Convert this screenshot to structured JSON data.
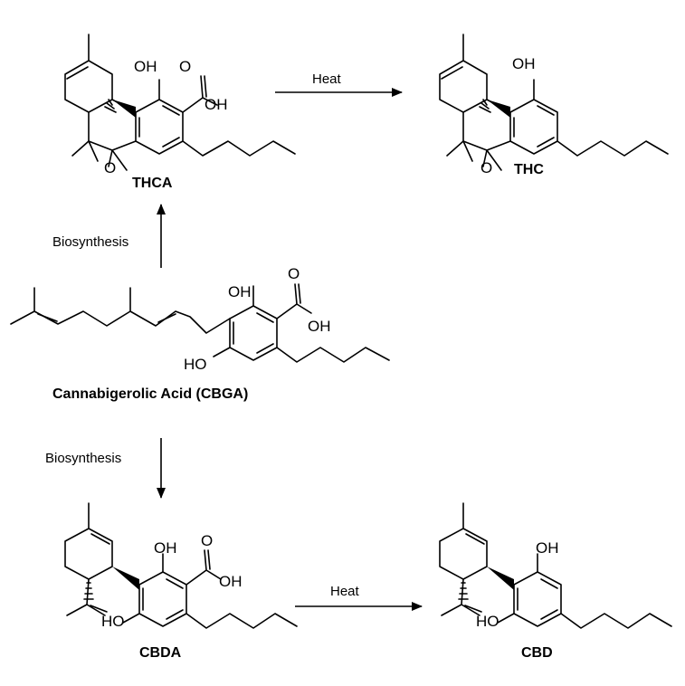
{
  "compounds": {
    "thca": {
      "name": "THCA"
    },
    "thc": {
      "name": "THC"
    },
    "cbga": {
      "name": "Cannabigerolic Acid (CBGA)"
    },
    "cbda": {
      "name": "CBDA"
    },
    "cbd": {
      "name": "CBD"
    }
  },
  "atoms": {
    "oh": "OH",
    "o": "O",
    "ho": "HO"
  },
  "arrows": {
    "thca_to_thc": {
      "label": "Heat"
    },
    "cbga_to_thca": {
      "label": "Biosynthesis"
    },
    "cbga_to_cbda": {
      "label": "Biosynthesis"
    },
    "cbda_to_cbd": {
      "label": "Heat"
    }
  }
}
